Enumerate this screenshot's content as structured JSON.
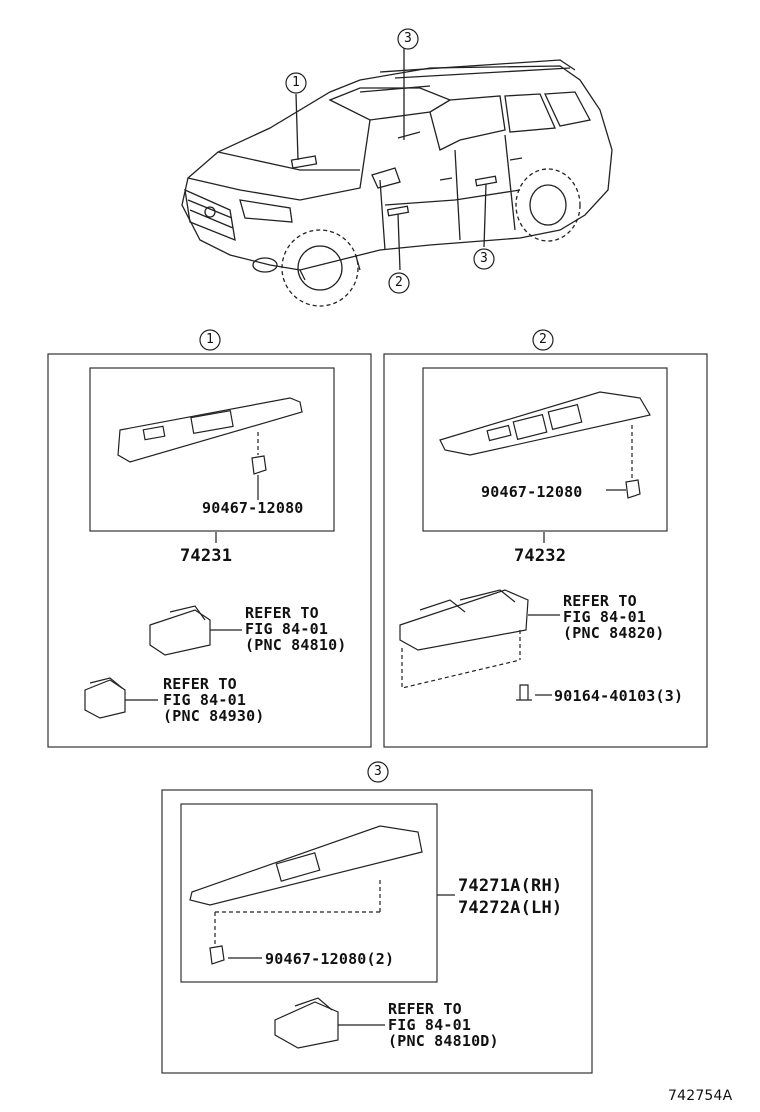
{
  "callouts": {
    "c1": "1",
    "c2": "2",
    "c3": "3"
  },
  "panel1": {
    "clip_part": "90467-12080",
    "bezel_part": "74231",
    "refer1": [
      "REFER TO",
      "FIG 84-01",
      "(PNC 84810)"
    ],
    "refer2": [
      "REFER TO",
      "FIG 84-01",
      "(PNC 84930)"
    ]
  },
  "panel2": {
    "clip_part": "90467-12080",
    "bezel_part": "74232",
    "refer1": [
      "REFER TO",
      "FIG 84-01",
      "(PNC 84820)"
    ],
    "screw_part": "90164-40103(3)"
  },
  "panel3": {
    "clip_part": "90467-12080(2)",
    "bezel_rh": "74271A(RH)",
    "bezel_lh": "74272A(LH)",
    "refer1": [
      "REFER TO",
      "FIG 84-01",
      "(PNC 84810D)"
    ]
  },
  "figure_id": "742754A"
}
